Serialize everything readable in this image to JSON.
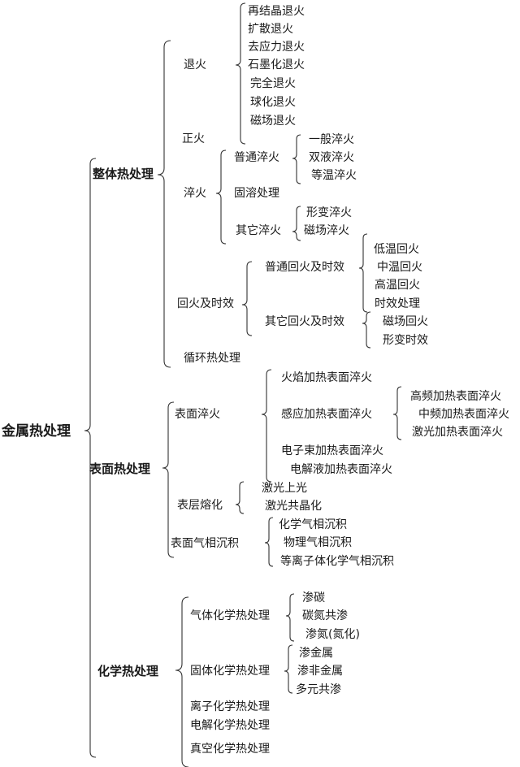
{
  "root": "金属热处理",
  "groups": [
    {
      "label": "整体热处理",
      "children": [
        {
          "label": "退火",
          "children": [
            "再结晶退火",
            "扩散退火",
            "去应力退火",
            "石墨化退火",
            "完全退火",
            "球化退火",
            "磁场退火"
          ]
        },
        {
          "label": "正火"
        },
        {
          "label": "淬火",
          "children": [
            {
              "label": "普通淬火",
              "children": [
                "一般淬火",
                "双液淬火",
                "等温淬火"
              ]
            },
            {
              "label": "固溶处理"
            },
            {
              "label": "其它淬火",
              "children": [
                "形变淬火",
                "磁场淬火"
              ]
            }
          ]
        },
        {
          "label": "回火及时效",
          "children": [
            {
              "label": "普通回火及时效",
              "children": [
                "低温回火",
                "中温回火",
                "高温回火",
                "时效处理"
              ]
            },
            {
              "label": "其它回火及时效",
              "children": [
                "磁场回火",
                "形变时效"
              ]
            }
          ]
        },
        {
          "label": "循环热处理"
        }
      ]
    },
    {
      "label": "表面热处理",
      "children": [
        {
          "label": "表面淬火",
          "children": [
            {
              "label": "火焰加热表面淬火"
            },
            {
              "label": "感应加热表面淬火",
              "children": [
                "高频加热表面淬火",
                "中频加热表面淬火",
                "激光加热表面淬火"
              ]
            },
            {
              "label": "电子束加热表面淬火"
            },
            {
              "label": "电解液加热表面淬火"
            }
          ]
        },
        {
          "label": "表层熔化",
          "children": [
            "激光上光",
            "激光共晶化"
          ]
        },
        {
          "label": "表面气相沉积",
          "children": [
            "化学气相沉积",
            "物理气相沉积",
            "等离子体化学气相沉积"
          ]
        }
      ]
    },
    {
      "label": "化学热处理",
      "children": [
        {
          "label": "气体化学热处理",
          "children": [
            "渗碳",
            "碳氮共渗",
            "渗氮(氮化)"
          ]
        },
        {
          "label": "固体化学热处理",
          "children": [
            "渗金属",
            "渗非金属",
            "多元共渗"
          ]
        },
        {
          "label": "离子化学热处理"
        },
        {
          "label": "电解化学热处理"
        },
        {
          "label": "真空化学热处理"
        }
      ]
    }
  ]
}
